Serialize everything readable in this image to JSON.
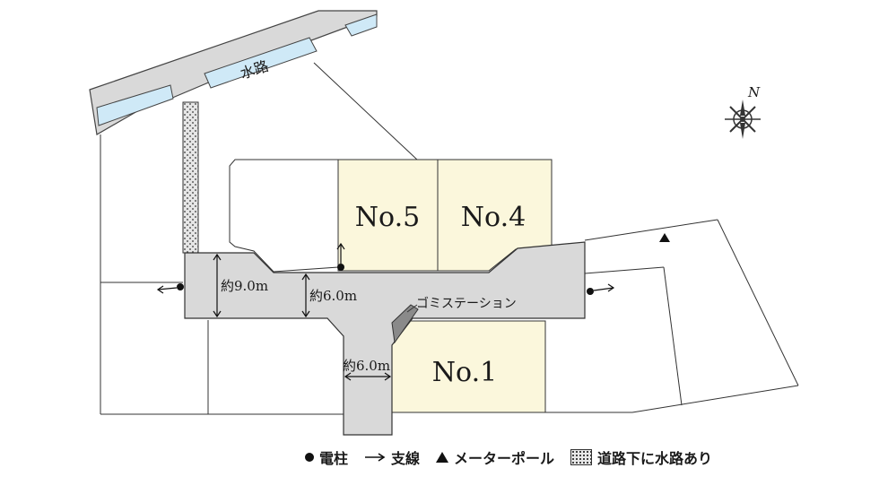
{
  "lots": [
    {
      "id": "lot-5",
      "label": "No.5"
    },
    {
      "id": "lot-4",
      "label": "No.4"
    },
    {
      "id": "lot-1",
      "label": "No.1"
    }
  ],
  "labels": {
    "waterway": "水路",
    "garbage_station": "ゴミステーション",
    "width_main": "約9.0m",
    "width_road": "約6.0m",
    "width_lower": "約6.0m"
  },
  "compass": {
    "north": "N"
  },
  "legend": {
    "pole": "電柱",
    "guy_wire": "支線",
    "meter_pole": "メーターポール",
    "culvert": "道路下に水路あり"
  },
  "colors": {
    "road": "#d9d9d9",
    "lot_fill": "#fbf7dc",
    "waterway": "#cfe9f7",
    "outline": "#333333"
  }
}
